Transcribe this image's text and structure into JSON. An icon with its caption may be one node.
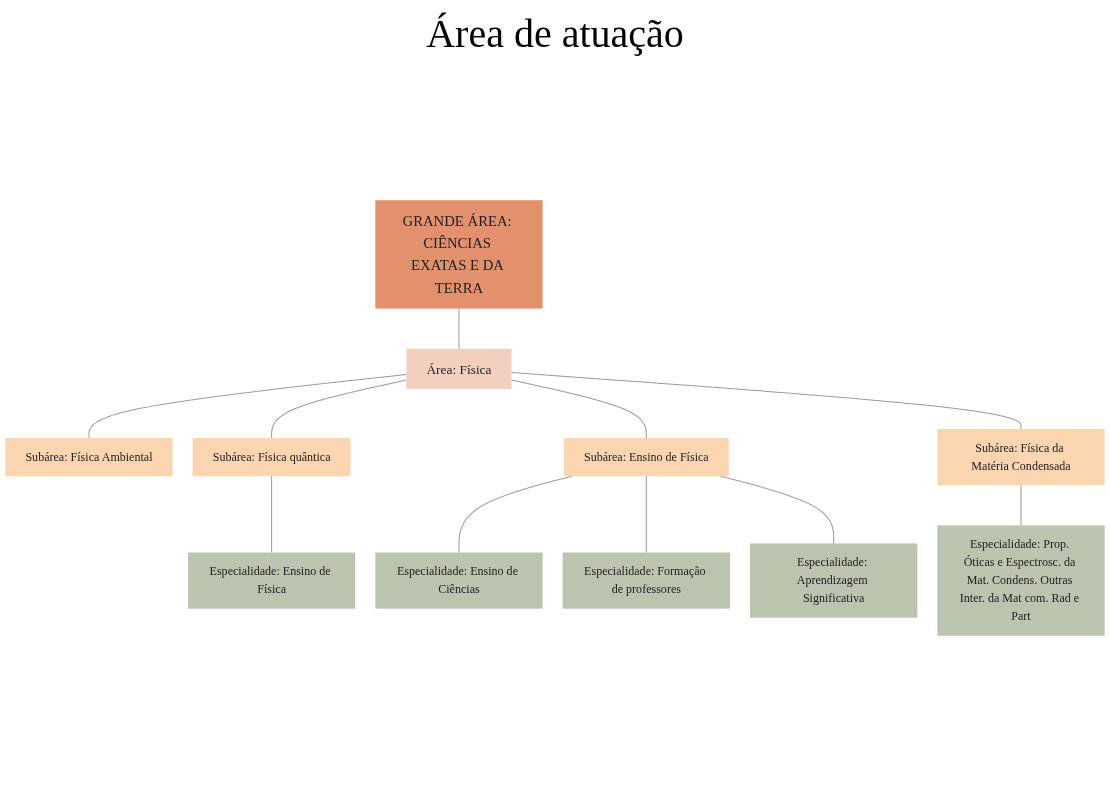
{
  "diagram": {
    "title": "Área de atuação",
    "nodes": [
      {
        "text": [
          "GRANDE ÁREA: CIÊNCIAS EXATAS E DA TERRA"
        ]
      },
      {
        "text": [
          "Área: Física"
        ]
      },
      {
        "text": [
          "Subárea: Física Ambiental"
        ]
      },
      {
        "text": [
          "Subárea: Física quântica"
        ]
      },
      {
        "text": [
          "Subárea: Ensino de Física"
        ]
      },
      {
        "text": [
          "Subárea: Física da Matéria Condensada"
        ]
      },
      {
        "text": [
          "Especialidade: Ensino de Física"
        ]
      },
      {
        "text": [
          "Especialidade: Ensino de Ciências"
        ]
      },
      {
        "text": [
          "Especialidade: Formação de professores"
        ]
      },
      {
        "text": [
          "Especialidade: Aprendizagem Significativa"
        ]
      },
      {
        "text": [
          "Especialidade: Prop. Óticas e Espectrosc. da Mat. Condens. Outras Inter. da Mat com. Rad e Part"
        ]
      }
    ],
    "edges": [
      {
        "from": 0,
        "to": 1,
        "arrow": "none"
      },
      {
        "from": 1,
        "to": 2,
        "arrow": "none"
      },
      {
        "from": 1,
        "to": 3,
        "arrow": "none"
      },
      {
        "from": 1,
        "to": 4,
        "arrow": "none"
      },
      {
        "from": 1,
        "to": 5,
        "arrow": "none"
      },
      {
        "from": 3,
        "to": 6,
        "arrow": "none"
      },
      {
        "from": 4,
        "to": 7,
        "arrow": "none"
      },
      {
        "from": 4,
        "to": 8,
        "arrow": "none"
      },
      {
        "from": 4,
        "to": 9,
        "arrow": "none"
      },
      {
        "from": 5,
        "to": 10,
        "arrow": "none"
      }
    ]
  }
}
